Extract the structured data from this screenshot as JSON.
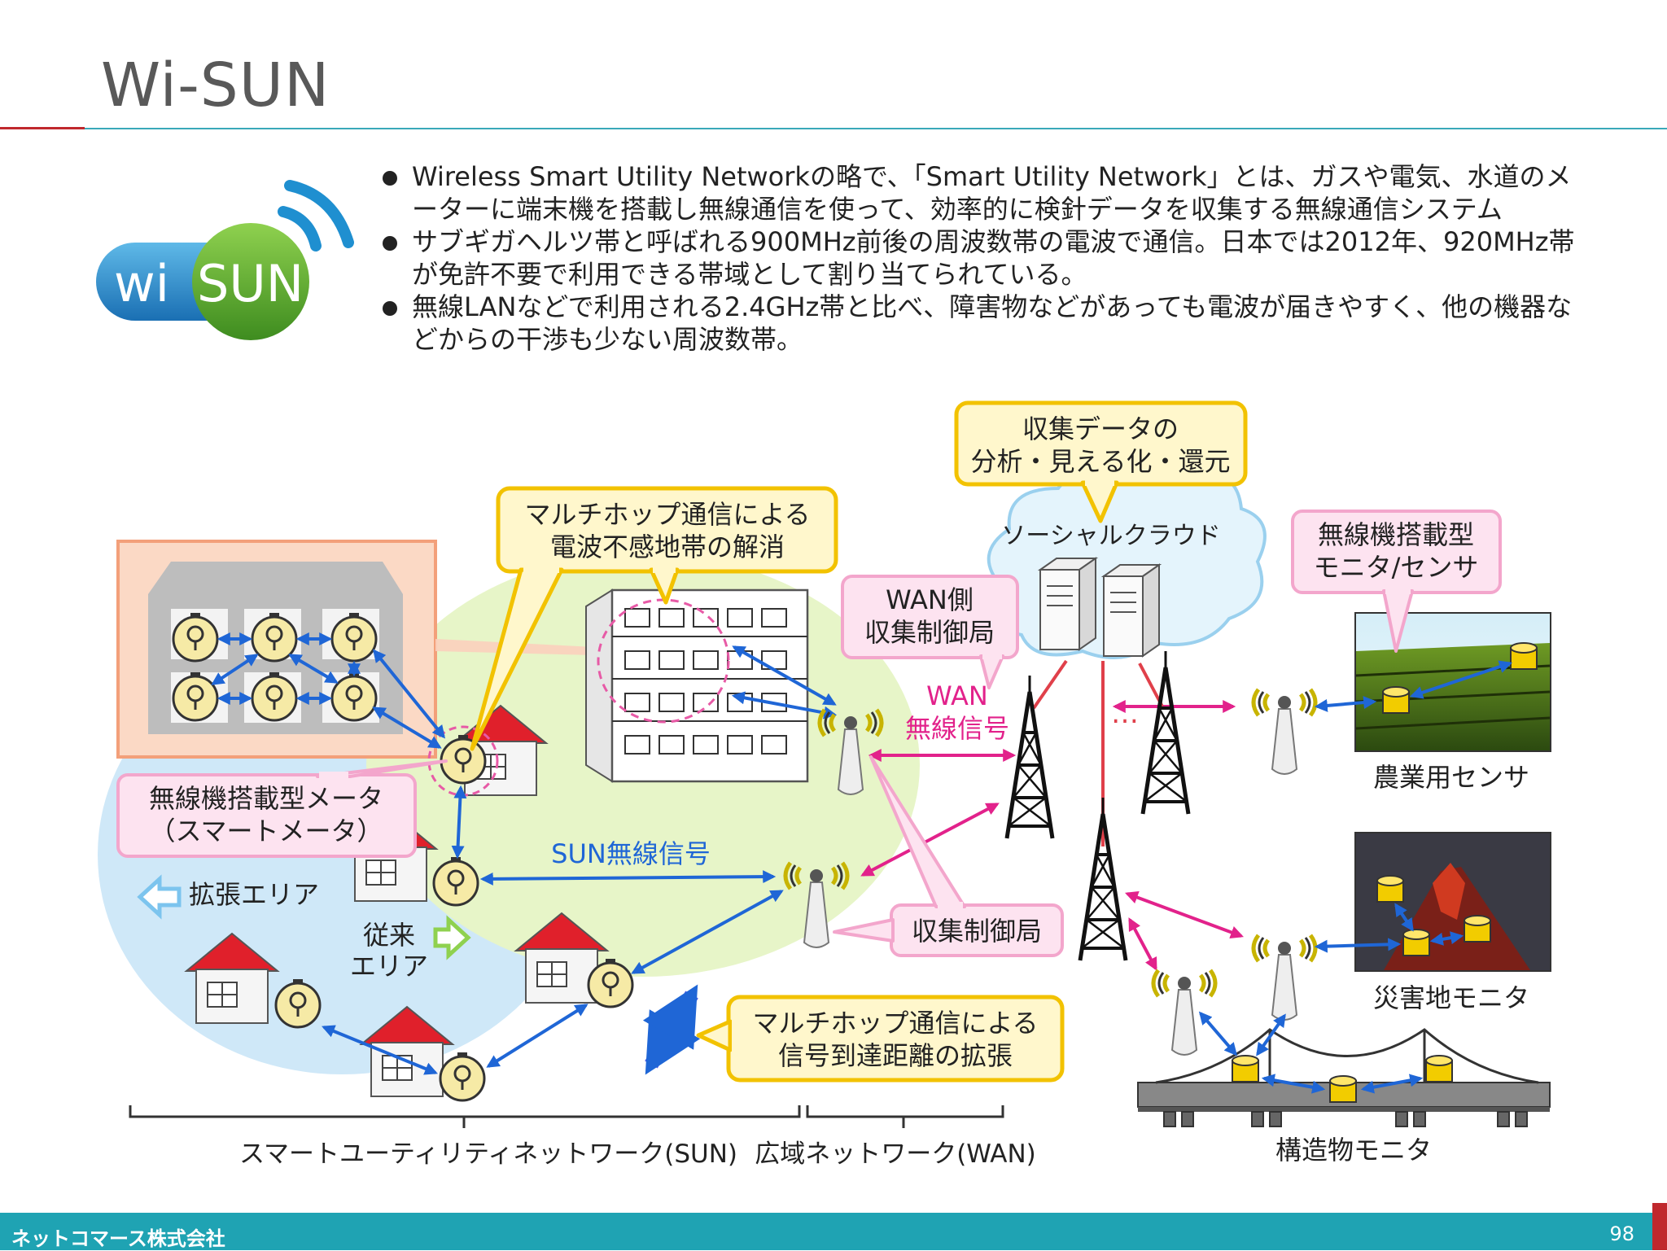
{
  "slide": {
    "title": "Wi-SUN",
    "logo_text_left": "wi",
    "logo_text_right": "SUN",
    "bullets": [
      "Wireless Smart Utility Networkの略で、「Smart Utility Network」とは、ガスや電気、水道のメーターに端末機を搭載し無線通信を使って、効率的に検針データを収集する無線通信システム",
      "サブギガヘルツ帯と呼ばれる900MHz前後の周波数帯の電波で通信。日本では2012年、920MHz帯が免許不要で利用できる帯域として割り当てられている。",
      "無線LANなどで利用される2.4GHz帯と比べ、障害物などがあっても電波が届きやすく、他の機器などからの干渉も少ない周波数帯。"
    ]
  },
  "diagram": {
    "callout_cloud_l1": "収集データの",
    "callout_cloud_l2": "分析・見える化・還元",
    "callout_multihop_l1": "マルチホップ通信による",
    "callout_multihop_l2": "電波不感地帯の解消",
    "cloud_label": "ソーシャルクラウド",
    "wan_station_l1": "WAN側",
    "wan_station_l2": "収集制御局",
    "wan_signal_l1": "WAN",
    "wan_signal_l2": "無線信号",
    "wireless_monitor_l1": "無線機搭載型",
    "wireless_monitor_l2": "モニタ/センサ",
    "smart_meter_l1": "無線機搭載型メータ",
    "smart_meter_l2": "（スマートメータ）",
    "sun_signal": "SUN無線信号",
    "expansion_area": "拡張エリア",
    "legacy_area_l1": "従来",
    "legacy_area_l2": "エリア",
    "collection_station": "収集制御局",
    "callout_distance_l1": "マルチホップ通信による",
    "callout_distance_l2": "信号到達距離の拡張",
    "ellipsis": "…",
    "agri_sensor": "農業用センサ",
    "disaster_monitor": "災害地モニタ",
    "structure_monitor": "構造物モニタ",
    "sun_bracket": "スマートユーティリティネットワーク(SUN)",
    "wan_bracket": "広域ネットワーク(WAN)"
  },
  "colors": {
    "accent_red": "#c0282d",
    "accent_teal": "#1fa3b3",
    "callout_yellow_fill": "#fff7cc",
    "callout_yellow_border": "#f2c200",
    "callout_pink_fill": "#fde3f0",
    "callout_pink_border": "#f3a6cc",
    "arrow_blue": "#1f66d6",
    "arrow_magenta": "#e2228b"
  },
  "footer": {
    "company": "ネットコマース株式会社",
    "page": "98"
  }
}
